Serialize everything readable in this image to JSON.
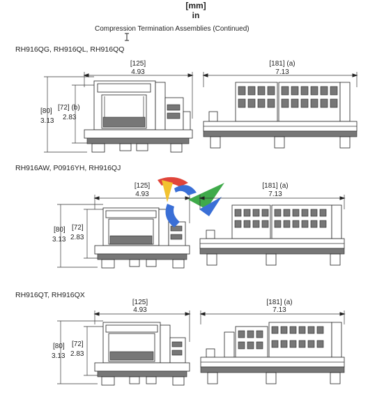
{
  "header": {
    "unit_mm": "[mm]",
    "unit_in": "in",
    "caption": "Compression Termination Assemblies (Continued)"
  },
  "sections": [
    {
      "models": "RH916QG, RH916QL, RH916QQ",
      "width_mm": "[125]",
      "width_in": "4.93",
      "length_mm": "[181] (a)",
      "length_in": "7.13",
      "height_mm": "[80]",
      "height_in": "3.13",
      "inner_mm": "[72] (b)",
      "inner_in": "2.83"
    },
    {
      "models": "RH916AW, P0916YH, RH916QJ",
      "width_mm": "[125]",
      "width_in": "4.93",
      "length_mm": "[181] (a)",
      "length_in": "7.13",
      "height_mm": "[80]",
      "height_in": "3.13",
      "inner_mm": "[72]",
      "inner_in": "2.83"
    },
    {
      "models": "RH916QT, RH916QX",
      "width_mm": "[125]",
      "width_in": "4.93",
      "length_mm": "[181] (a)",
      "length_in": "7.13",
      "height_mm": "[80]",
      "height_in": "3.13",
      "inner_mm": "[72]",
      "inner_in": "2.83"
    }
  ],
  "colors": {
    "line": "#222222",
    "fill_mid": "#777777",
    "logo_blue": "#3a6fd6",
    "logo_green": "#3faa4a",
    "logo_red": "#e0453a",
    "logo_yellow": "#f2c230"
  }
}
